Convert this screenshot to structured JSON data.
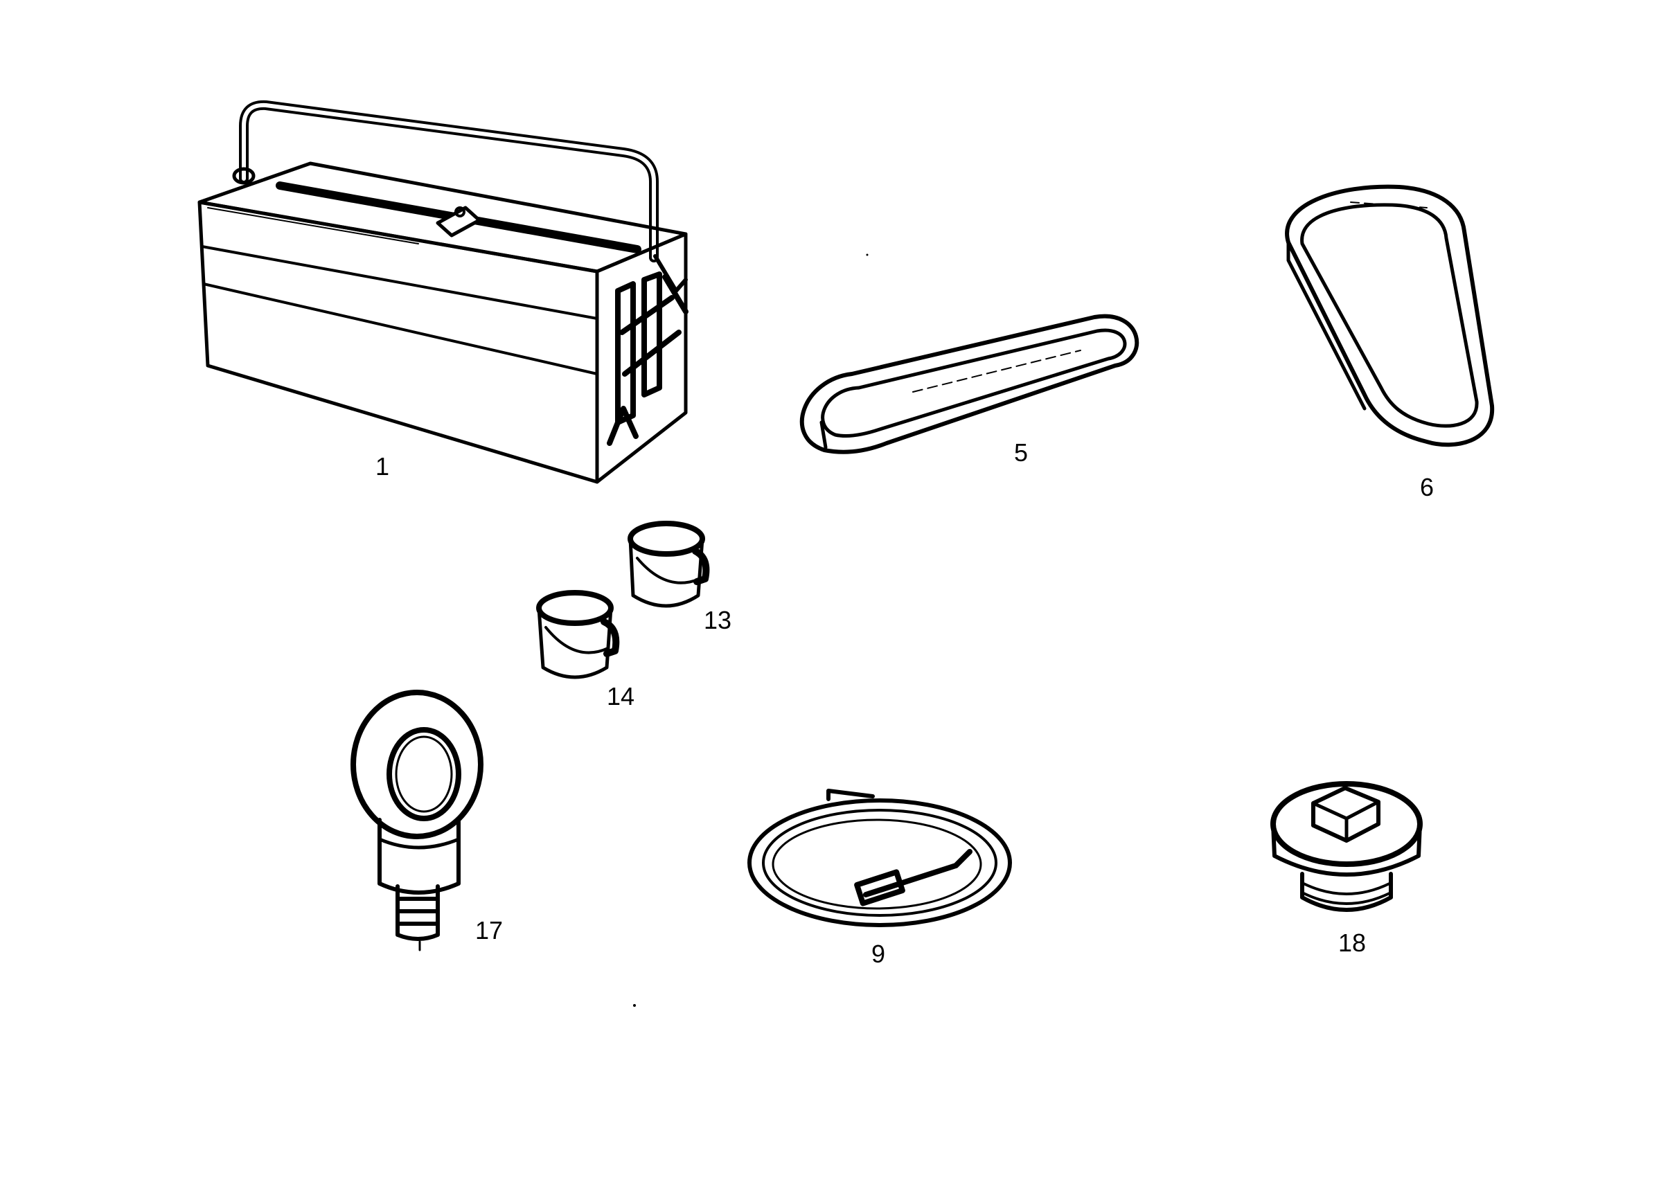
{
  "colors": {
    "ink": "#000000",
    "paper": "#ffffff"
  },
  "parts": [
    {
      "id": "toolbox",
      "label": "1"
    },
    {
      "id": "drive-belt-long",
      "label": "5"
    },
    {
      "id": "drive-belt-tapered",
      "label": "6"
    },
    {
      "id": "sleeve-a",
      "label": "13"
    },
    {
      "id": "sleeve-b",
      "label": "14"
    },
    {
      "id": "eye-bolt",
      "label": "17"
    },
    {
      "id": "grease-hose",
      "label": "9"
    },
    {
      "id": "plug",
      "label": "18"
    }
  ]
}
